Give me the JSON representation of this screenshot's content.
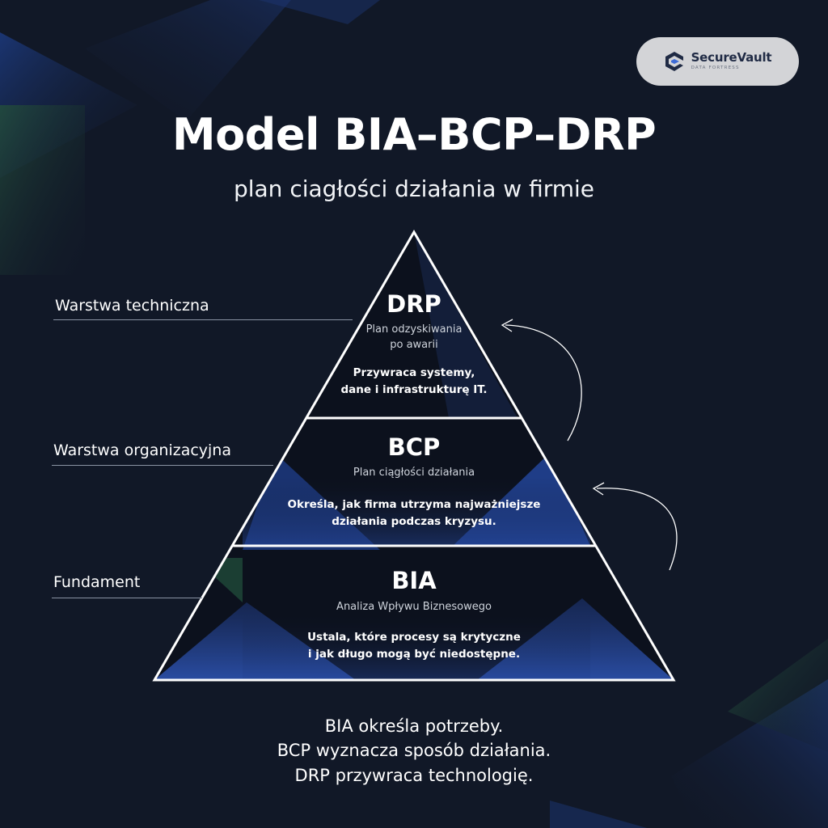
{
  "brand": {
    "name": "SecureVault",
    "tagline": "DATA FORTRESS"
  },
  "title": "Model BIA–BCP–DRP",
  "subtitle": "plan ciagłości działania w firmie",
  "layers": [
    {
      "label": "Warstwa techniczna"
    },
    {
      "label": "Warstwa organizacyjna"
    },
    {
      "label": "Fundament"
    }
  ],
  "tiers": {
    "drp": {
      "name": "DRP",
      "sub_line1": "Plan odzyskiwania",
      "sub_line2": "po awarii",
      "desc_line1": "Przywraca systemy,",
      "desc_line2": "dane i infrastrukturę IT."
    },
    "bcp": {
      "name": "BCP",
      "sub_line1": "Plan ciągłości działania",
      "desc_line1": "Określa, jak firma utrzyma najważniejsze",
      "desc_line2": "działania podczas kryzysu."
    },
    "bia": {
      "name": "BIA",
      "sub_line1": "Analiza Wpływu Biznesowego",
      "desc_line1": "Ustala, które procesy są krytyczne",
      "desc_line2": "i jak długo mogą być niedostępne."
    }
  },
  "footer": {
    "line1": "BIA określa potrzeby.",
    "line2": "BCP wyznacza sposób działania.",
    "line3": "DRP przywraca technologię."
  },
  "colors": {
    "background": "#111827",
    "accent_blue": "#1d3f8f",
    "accent_green": "#1f4a3a",
    "outline": "#ffffff",
    "logo_pill": "#d3d4d7"
  },
  "icons": [
    "securevault-logo-icon",
    "upward-arrow-icon"
  ]
}
